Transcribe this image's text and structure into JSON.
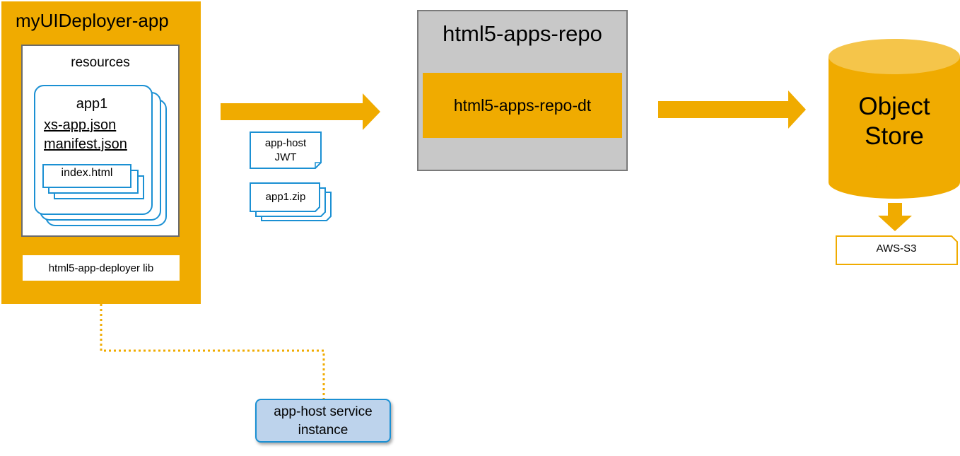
{
  "deployer": {
    "title": "myUIDeployer-app",
    "resources_label": "resources",
    "app_label": "app1",
    "files": [
      "xs-app.json",
      "manifest.json"
    ],
    "index_file": "index.html",
    "lib_label": "html5-app-deployer lib"
  },
  "transfer": {
    "token_doc": [
      "app-host",
      "JWT"
    ],
    "archive_doc": "app1.zip"
  },
  "repo": {
    "title": "html5-apps-repo",
    "service_label": "html5-apps-repo-dt"
  },
  "object_store": {
    "label_lines": [
      "Object",
      "Store"
    ],
    "backend_label": "AWS-S3"
  },
  "service_instance": {
    "label_lines": [
      "app-host service",
      "instance"
    ]
  },
  "colors": {
    "accent": "#F0AB00",
    "blue": "#1B90D3",
    "service_fill": "#BDD3EC",
    "repo_fill": "#C8C8C8"
  }
}
